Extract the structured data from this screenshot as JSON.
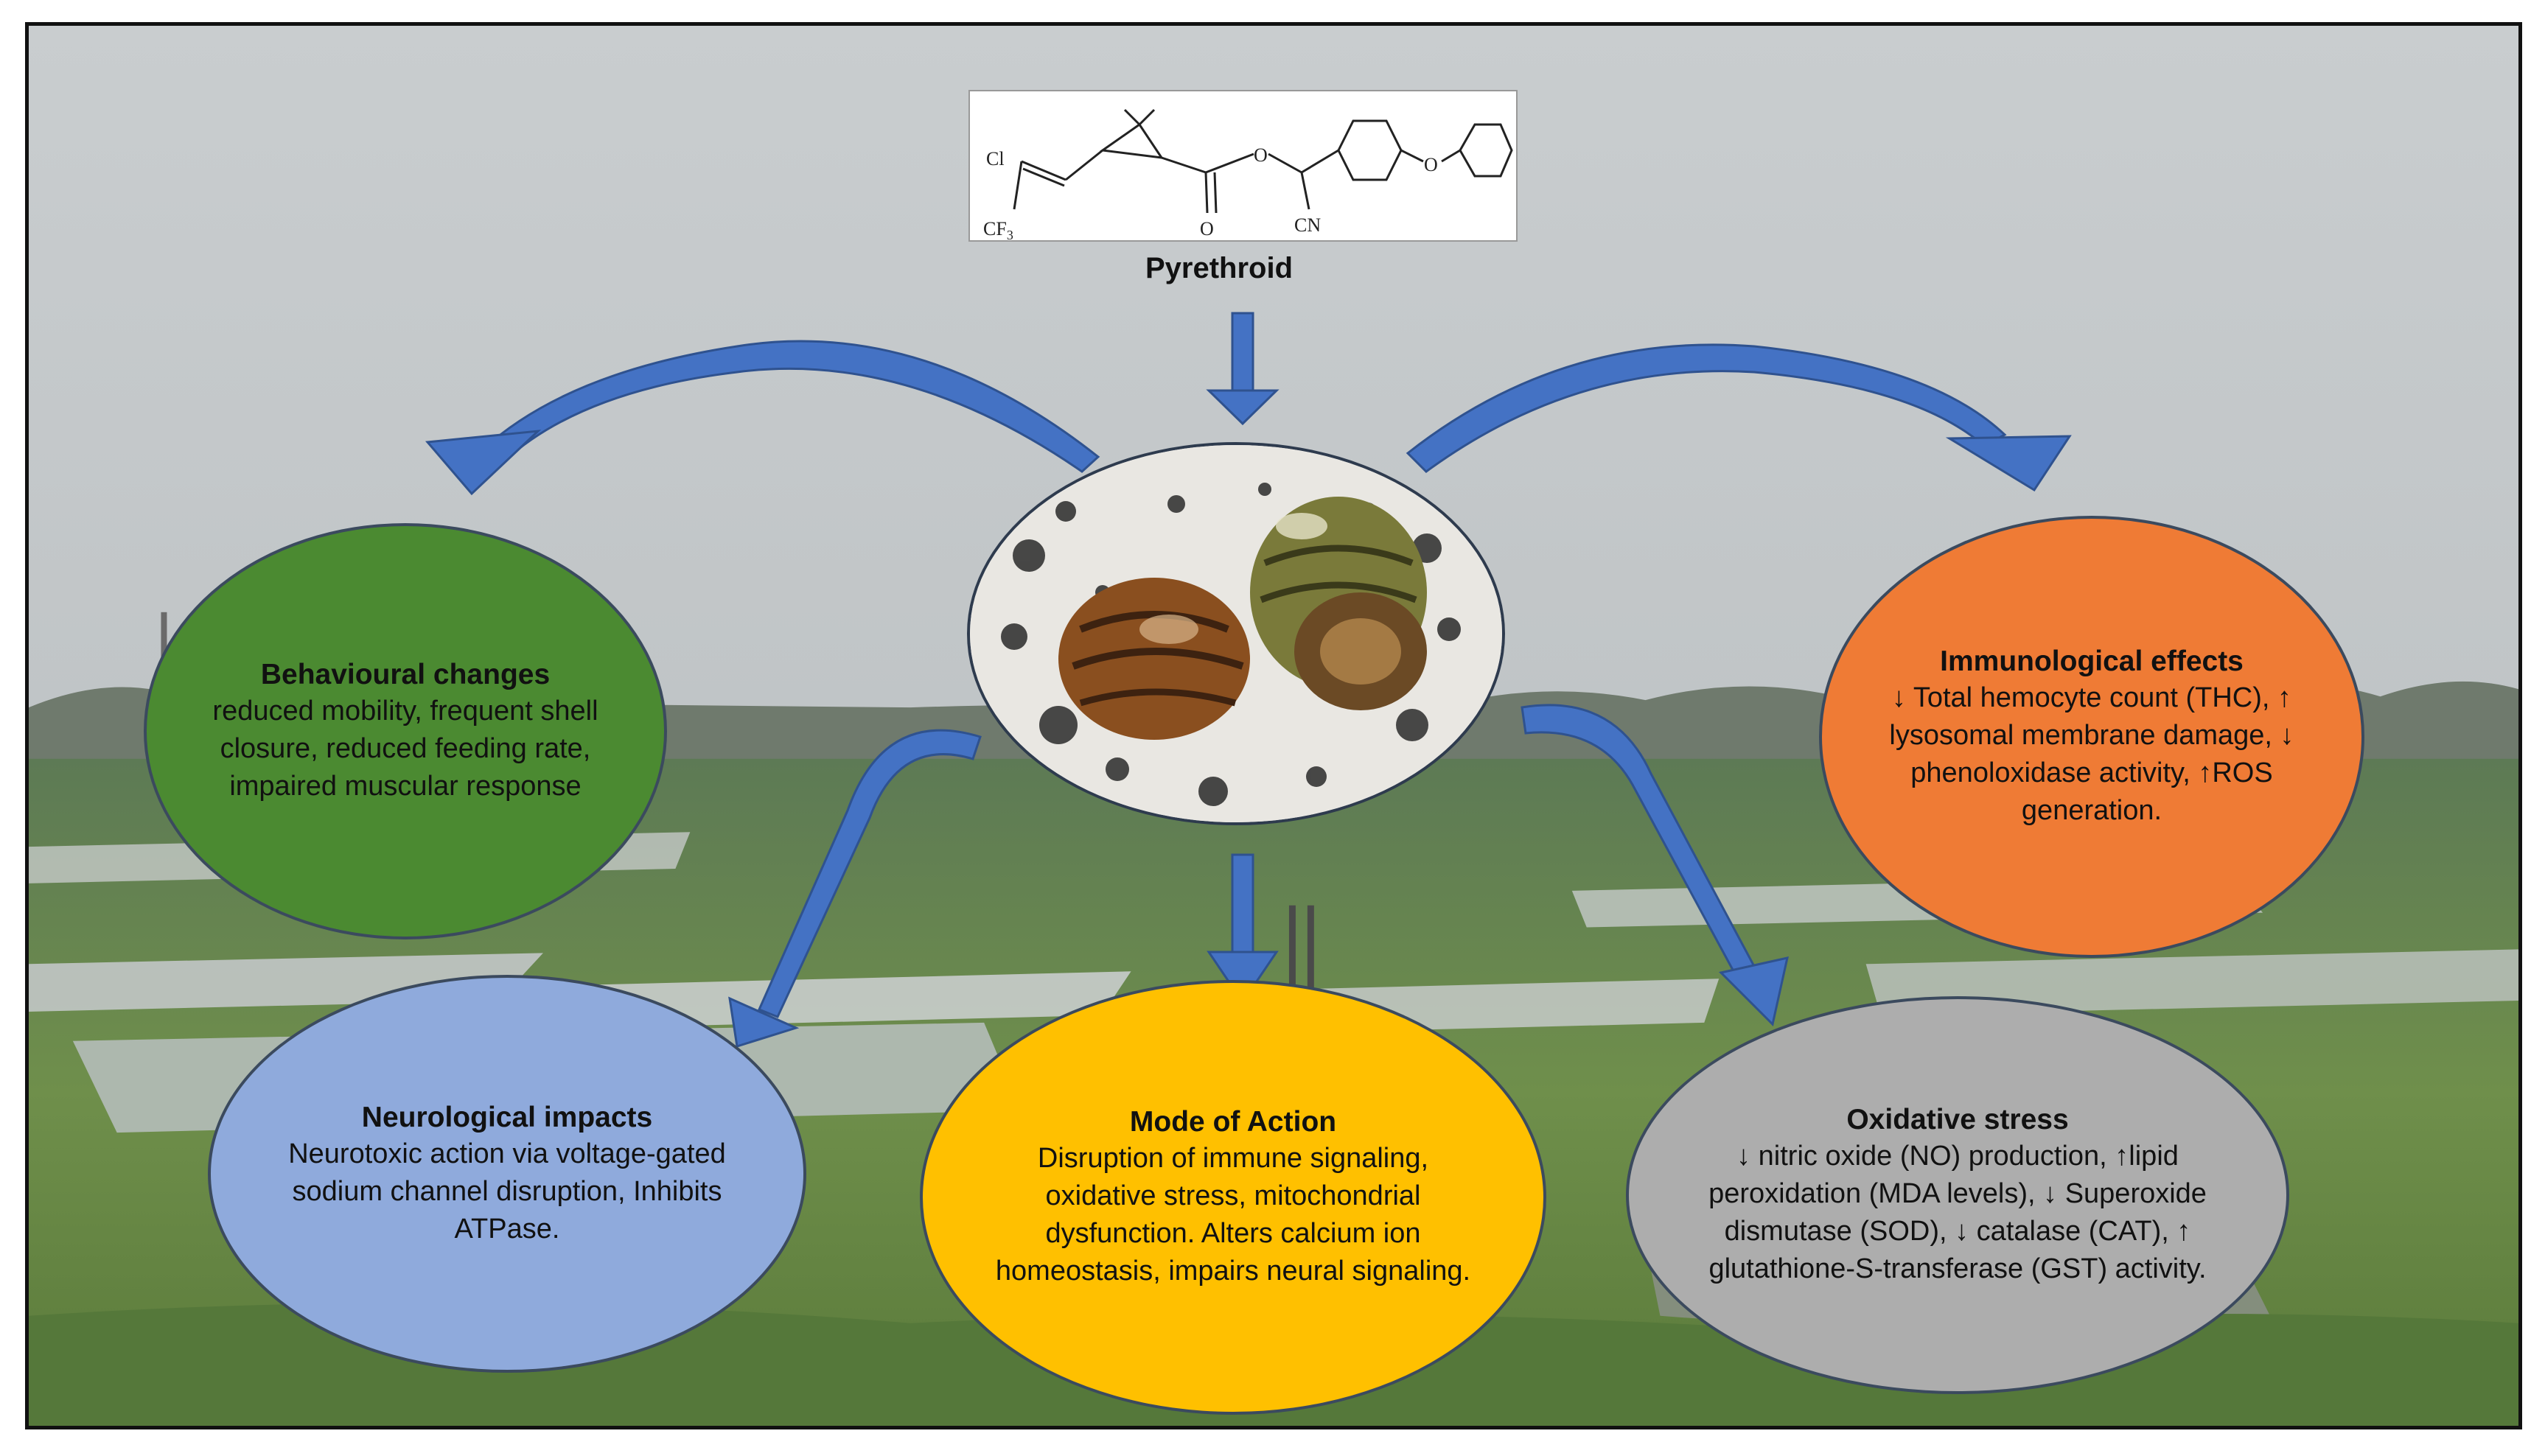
{
  "source": {
    "label": "Pyrethroid",
    "structure_atoms": {
      "cl": "Cl",
      "cf3": "CF",
      "cf3_sub": "3",
      "o_carbonyl": "O",
      "o_ester": "O",
      "cn": "CN",
      "o_ether": "O"
    }
  },
  "nodes": {
    "behaviour": {
      "title": "Behavioural changes",
      "text": "reduced mobility, frequent shell closure, reduced feeding rate, impaired muscular response"
    },
    "immuno": {
      "title": "Immunological effects",
      "text": "↓ Total hemocyte count (THC), ↑ lysosomal membrane damage, ↓ phenoloxidase activity, ↑ROS generation."
    },
    "neuro": {
      "title": "Neurological impacts",
      "text": "Neurotoxic action via voltage-gated sodium channel disruption, Inhibits ATPase."
    },
    "moa": {
      "title": "Mode of Action",
      "text": "Disruption of immune signaling, oxidative stress, mitochondrial dysfunction. Alters calcium ion homeostasis, impairs neural signaling."
    },
    "ox": {
      "title": "Oxidative stress",
      "text": "↓ nitric oxide (NO) production, ↑lipid peroxidation (MDA levels), ↓ Superoxide dismutase (SOD), ↓ catalase (CAT), ↑ glutathione-S-transferase (GST) activity."
    }
  },
  "colors": {
    "arrow": "#4472c4",
    "behaviour": "#4b8a31",
    "immuno": "#ef7b35",
    "neuro": "#8faadc",
    "moa": "#ffc000",
    "ox": "#adadad"
  }
}
